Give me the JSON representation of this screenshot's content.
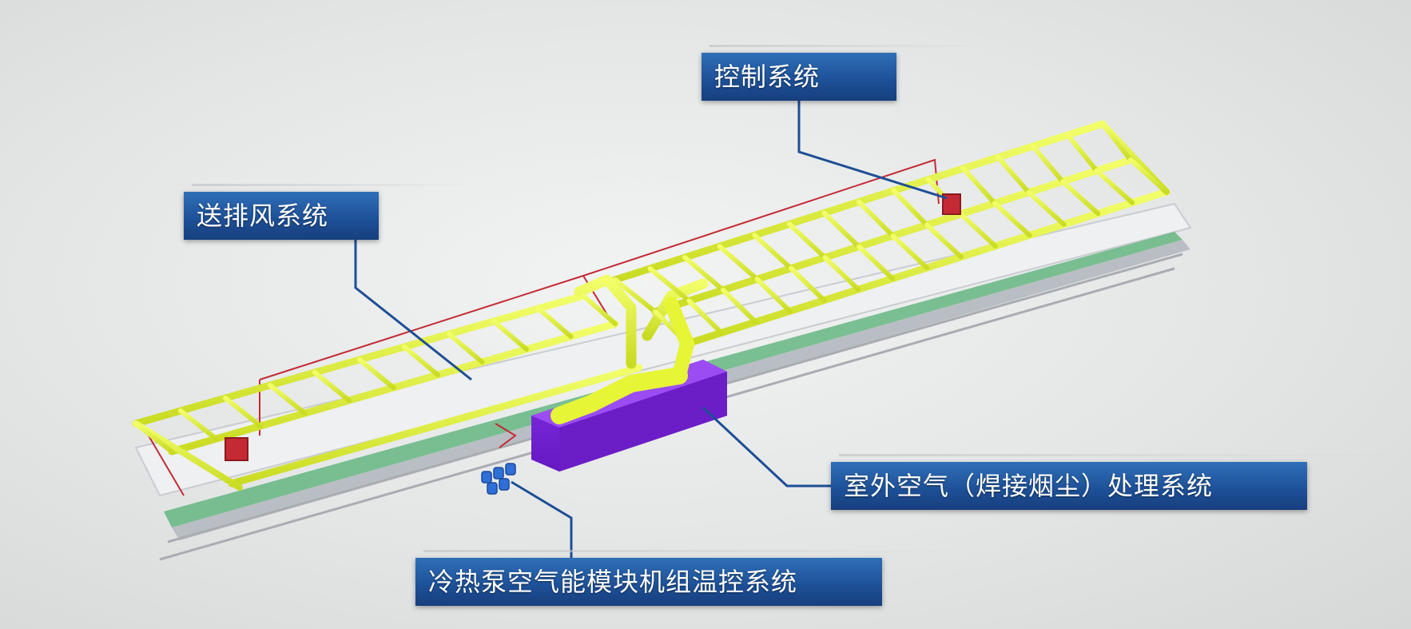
{
  "labels": {
    "control_system": "控制系统",
    "ventilation_system": "送排风系统",
    "outdoor_air_fume_system": "室外空气（焊接烟尘）处理系统",
    "heat_pump_temp_control": "冷热泵空气能模块机组温控系统"
  },
  "colors": {
    "duct": "#e6f536",
    "air_handler": "#7a21d8",
    "control_cabinet": "#c42a33",
    "heat_pump_units": "#2f6fd6",
    "floor_strip": "#5cb37a",
    "callout_bg": "#1d4f96",
    "callout_text": "#ffffff"
  }
}
